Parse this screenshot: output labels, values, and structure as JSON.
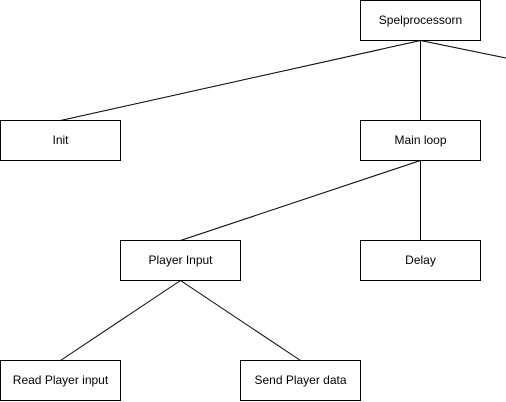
{
  "nodes": {
    "spelprocessorn": {
      "label": "Spelprocessorn"
    },
    "init": {
      "label": "Init"
    },
    "main_loop": {
      "label": "Main loop"
    },
    "player_input": {
      "label": "Player Input"
    },
    "delay": {
      "label": "Delay"
    },
    "read_player_input": {
      "label": "Read Player input"
    },
    "send_player_data": {
      "label": "Send Player data"
    }
  },
  "colors": {
    "stroke": "#000000",
    "fill": "#ffffff",
    "text": "#000000"
  }
}
